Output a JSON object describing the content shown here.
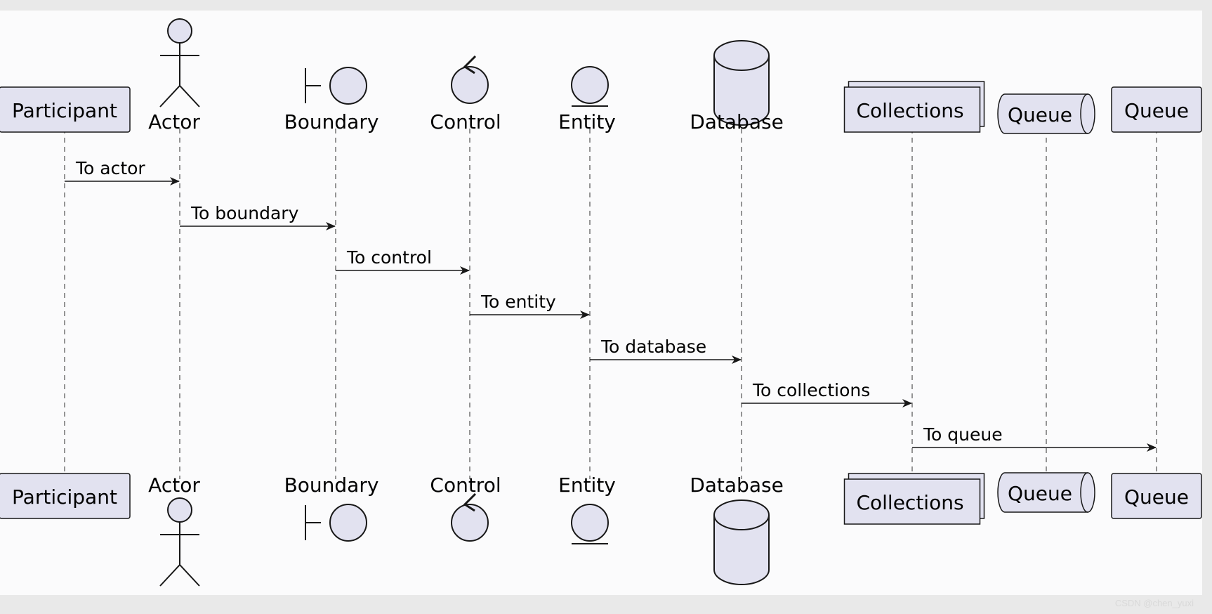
{
  "colors": {
    "background": "#fbfbfc",
    "frame": "#e9e9e9",
    "shape_fill": "#e2e2f0",
    "stroke": "#181818",
    "text": "#000000"
  },
  "participants": [
    {
      "id": "participant",
      "type": "participant",
      "label": "Participant"
    },
    {
      "id": "actor",
      "type": "actor",
      "label": "Actor"
    },
    {
      "id": "boundary",
      "type": "boundary",
      "label": "Boundary"
    },
    {
      "id": "control",
      "type": "control",
      "label": "Control"
    },
    {
      "id": "entity",
      "type": "entity",
      "label": "Entity"
    },
    {
      "id": "database",
      "type": "database",
      "label": "Database"
    },
    {
      "id": "collections",
      "type": "collections",
      "label": "Collections"
    },
    {
      "id": "queue1",
      "type": "queue",
      "label": "Queue"
    },
    {
      "id": "queue2",
      "type": "participant",
      "label": "Queue"
    }
  ],
  "messages": [
    {
      "from": "participant",
      "to": "actor",
      "label": "To actor"
    },
    {
      "from": "actor",
      "to": "boundary",
      "label": "To boundary"
    },
    {
      "from": "boundary",
      "to": "control",
      "label": "To control"
    },
    {
      "from": "control",
      "to": "entity",
      "label": "To entity"
    },
    {
      "from": "entity",
      "to": "database",
      "label": "To database"
    },
    {
      "from": "database",
      "to": "collections",
      "label": "To collections"
    },
    {
      "from": "collections",
      "to": "queue2",
      "label": "To queue"
    }
  ],
  "watermark": "CSDN @chen_yuxi"
}
